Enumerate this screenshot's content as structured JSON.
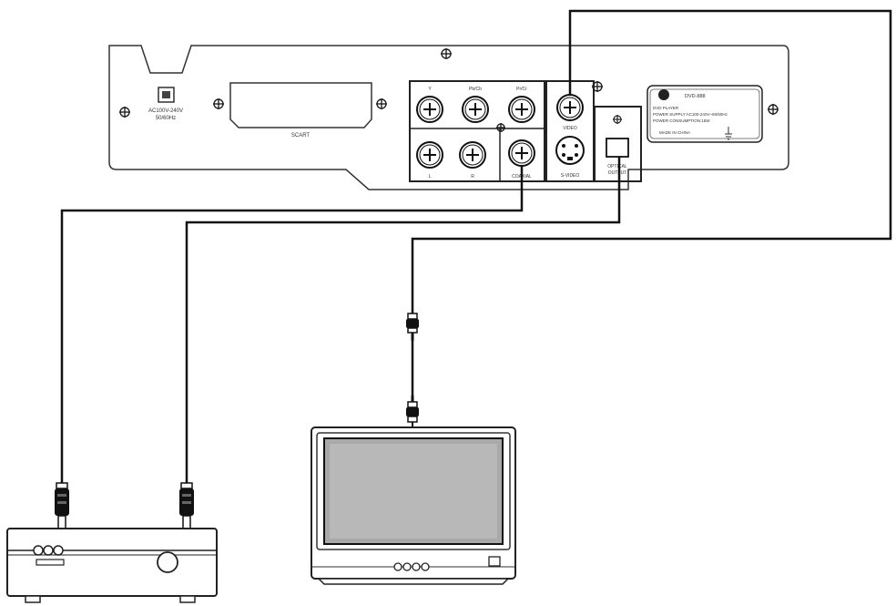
{
  "rear_panel": {
    "power_label_line1": "AC100V-240V",
    "power_label_line2": "50/60Hz",
    "scart_label": "SCART",
    "audio_top_labels": [
      "Y",
      "Pb/Cb",
      "Pr/Cr"
    ],
    "audio_bottom_labels": [
      "L",
      "R"
    ],
    "coaxial_label": "COAXIAL",
    "video_label": "VIDEO",
    "svideo_label": "S-VIDEO",
    "optical_label_line1": "OPTICAL",
    "optical_label_line2": "OUTPUT"
  },
  "nameplate": {
    "model": "DVD-888",
    "line1": "DVD PLAYER",
    "line2": "POWER SUPPLY:AC100-240V~50/60Hz",
    "line3": "POWER CONSUMPTION:15W",
    "line4": "MADE IN CHINA"
  },
  "colors": {
    "line": "#111111",
    "outline": "#333333",
    "tv_screen": "#a9a9a9",
    "tv_screen_inner": "#c4c4c4"
  }
}
